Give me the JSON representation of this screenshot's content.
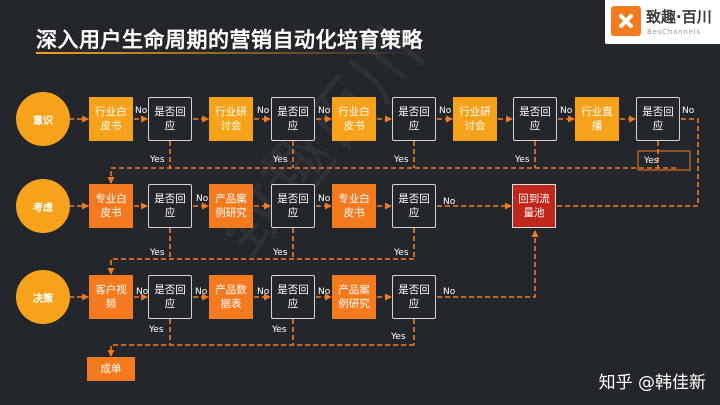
{
  "title": "深入用户生命周期的营销自动化培育策略",
  "logo": {
    "name": "致趣·百川",
    "sub": "BesChannels"
  },
  "watermark": "致趣百川",
  "footer": "知乎 @韩佳新",
  "stages": {
    "awareness": "意识",
    "consideration": "考虑",
    "decision": "决策"
  },
  "nodes": {
    "a1": "行业白皮书",
    "aq1": "是否回应",
    "a2": "行业研讨会",
    "aq2": "是否回应",
    "a3": "行业白皮书",
    "aq3": "是否回应",
    "a4": "行业研讨会",
    "aq4": "是否回应",
    "a5": "行业直播",
    "aq5": "是否回应",
    "c1": "专业白皮书",
    "cq1": "是否回应",
    "c2": "产品案例研究",
    "cq2": "是否回应",
    "c3": "专业白皮书",
    "cq3": "是否回应",
    "pool": "回到流量池",
    "d1": "客户视频",
    "dq1": "是否回应",
    "d2": "产品数据表",
    "dq2": "是否回应",
    "d3": "产品案例研究",
    "dq3": "是否回应",
    "deal": "成单"
  },
  "labels": {
    "no": "No",
    "yes": "Yes"
  }
}
